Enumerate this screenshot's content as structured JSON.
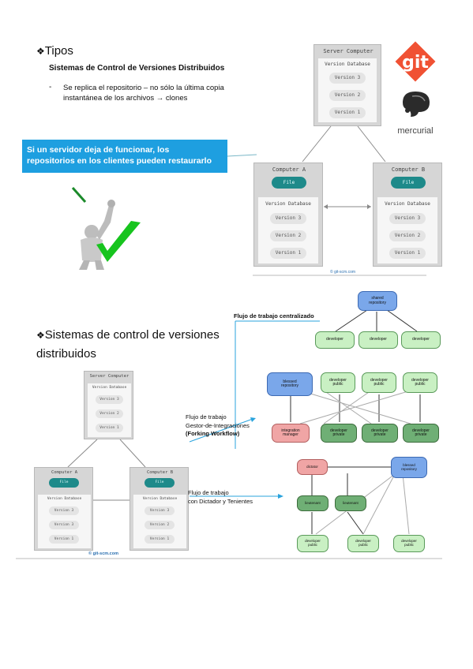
{
  "slide1": {
    "heading": "Tipos",
    "subheading": "Sistemas de Control de Versiones Distribuidos",
    "bullet_marker": "-",
    "bullet_text_line1": "Se replica el repositorio – no sólo la última copia",
    "bullet_text_line2": "instantánea de los archivos → clones",
    "callout_line1": "Si un servidor deja de funcionar, los",
    "callout_line2": "repositorios en los clientes pueden restaurarlo",
    "git_logo": "git",
    "mercurial_logo": "mercurial",
    "credit": "© git-scm.com"
  },
  "diagram": {
    "server_title": "Server Computer",
    "computer_a_title": "Computer A",
    "computer_b_title": "Computer B",
    "version_db": "Version Database",
    "file_label": "File",
    "versions": [
      "Version 3",
      "Version 2",
      "Version 1"
    ]
  },
  "slide2": {
    "heading_line1": "Sistemas de control de versiones",
    "heading_line2": "distribuidos",
    "flow_centralized": "Flujo de trabajo centralizado",
    "flow_integration_line1": "Flujo de trabajo",
    "flow_integration_line2": "Gestor-de-Integraciones",
    "flow_integration_line3": "(Forking Workflow)",
    "flow_dictator_line1": "Flujo de trabajo",
    "flow_dictator_line2": "con Dictador y Tenientes",
    "credit": "© git-scm.com",
    "small_diagram_versions": [
      "Version 3",
      "Version 2",
      "Version 1"
    ],
    "small_diagram_versions_a": [
      "Version 3",
      "Version 3",
      "Version 1"
    ]
  },
  "centralized": {
    "shared_line1": "shared",
    "shared_line2": "repository",
    "developer": "developer"
  },
  "integration": {
    "blessed_line1": "blessed",
    "blessed_line2": "repository",
    "dev_public_line1": "developer",
    "dev_public_line2": "public",
    "manager_line1": "integration",
    "manager_line2": "manager",
    "dev_private_line1": "developer",
    "dev_private_line2": "private"
  },
  "dictator": {
    "dictator": "dictator",
    "blessed_line1": "blessed",
    "blessed_line2": "repository",
    "lieutenant": "lieutenant",
    "dev_line1": "developer",
    "dev_line2": "public"
  },
  "colors": {
    "callout_bg": "#1e9fe0",
    "teal_file": "#1e8a8a",
    "node_green": "#c9f0c3",
    "node_dark_green": "#6faf75",
    "node_blue": "#7aa7ea",
    "node_red": "#f0a5a5"
  }
}
